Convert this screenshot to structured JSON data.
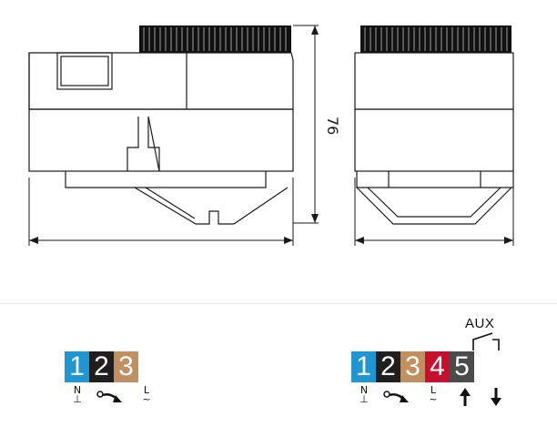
{
  "dimension_label": "76",
  "wiring_2wire": {
    "terminals": [
      {
        "number": "1",
        "color": "#1e96d2",
        "mark": "N\n⊥"
      },
      {
        "number": "2",
        "color": "#1f1f1f",
        "mark": ""
      },
      {
        "number": "3",
        "color": "#c09060",
        "mark": "L\n~"
      }
    ]
  },
  "wiring_aux": {
    "aux_label": "AUX",
    "terminals": [
      {
        "number": "1",
        "color": "#1e96d2",
        "mark": "N\n⊥"
      },
      {
        "number": "2",
        "color": "#1f1f1f",
        "mark": ""
      },
      {
        "number": "3",
        "color": "#c09060",
        "mark": "L\n~"
      },
      {
        "number": "4",
        "color": "#c8102e",
        "mark": ""
      },
      {
        "number": "5",
        "color": "#4b4b4b",
        "mark": ""
      }
    ]
  },
  "icons": [
    "rotate-arrow-icon",
    "arrow-up-icon",
    "arrow-down-icon",
    "switch-contact-icon"
  ]
}
